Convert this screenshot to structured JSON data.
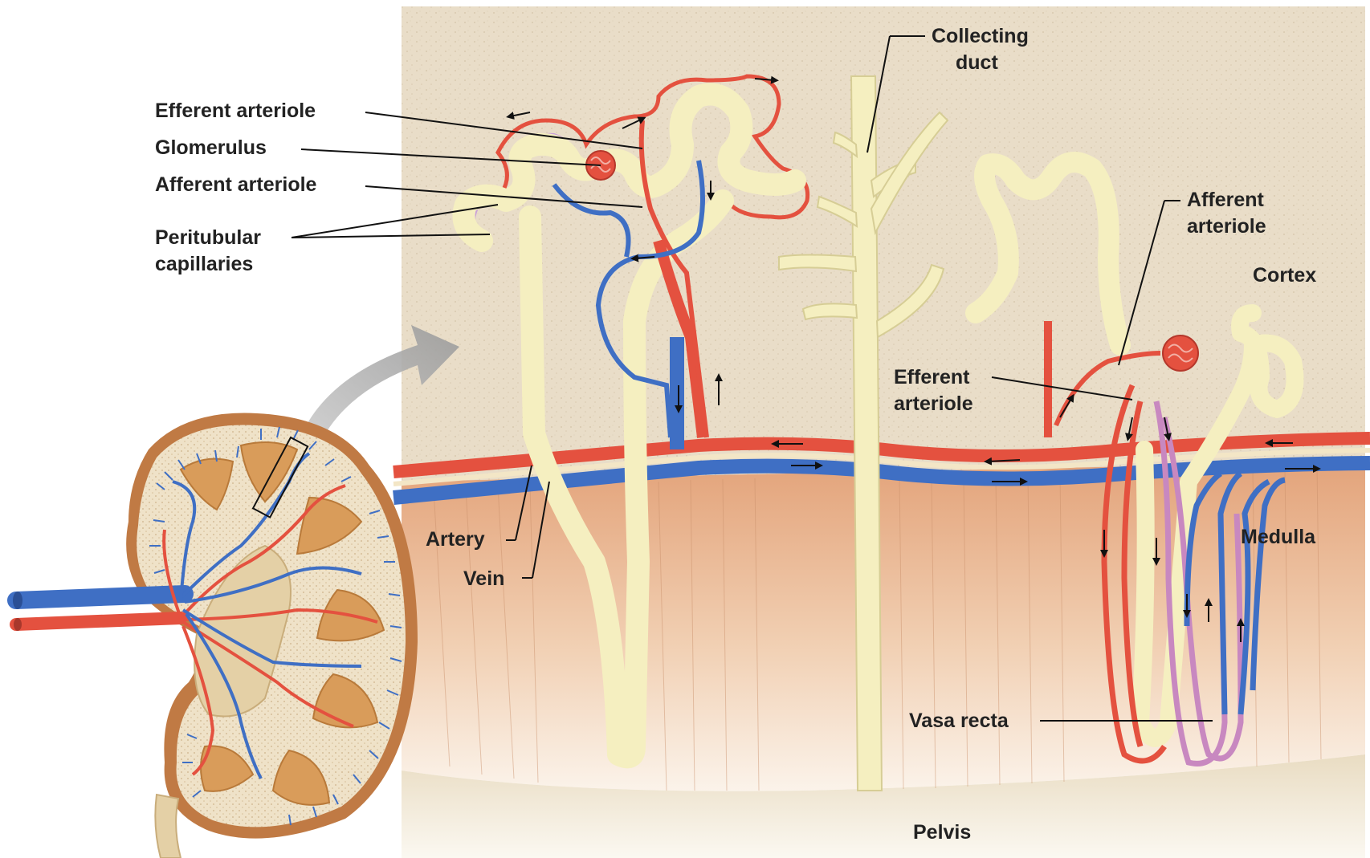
{
  "diagram": {
    "labels_left": {
      "efferent_arteriole": "Efferent arteriole",
      "glomerulus": "Glomerulus",
      "afferent_arteriole": "Afferent arteriole",
      "peritubular_line1": "Peritubular",
      "peritubular_line2": "capillaries"
    },
    "labels_top": {
      "collecting_line1": "Collecting",
      "collecting_line2": "duct"
    },
    "labels_right": {
      "afferent_line1": "Afferent",
      "afferent_line2": "arteriole",
      "cortex": "Cortex",
      "efferent_line1": "Efferent",
      "efferent_line2": "arteriole",
      "medulla": "Medulla",
      "vasa_recta": "Vasa recta"
    },
    "labels_bottom": {
      "artery": "Artery",
      "vein": "Vein",
      "pelvis": "Pelvis"
    },
    "colors": {
      "cortex": "#e9ddc8",
      "medulla": "#e8b38d",
      "tubule": "#f5efc0",
      "artery": "#e4513f",
      "vein": "#3f6fc4",
      "vasa_recta": "#c888c0",
      "kidney_outer": "#c07a44",
      "pyramid": "#d99c5a"
    }
  }
}
